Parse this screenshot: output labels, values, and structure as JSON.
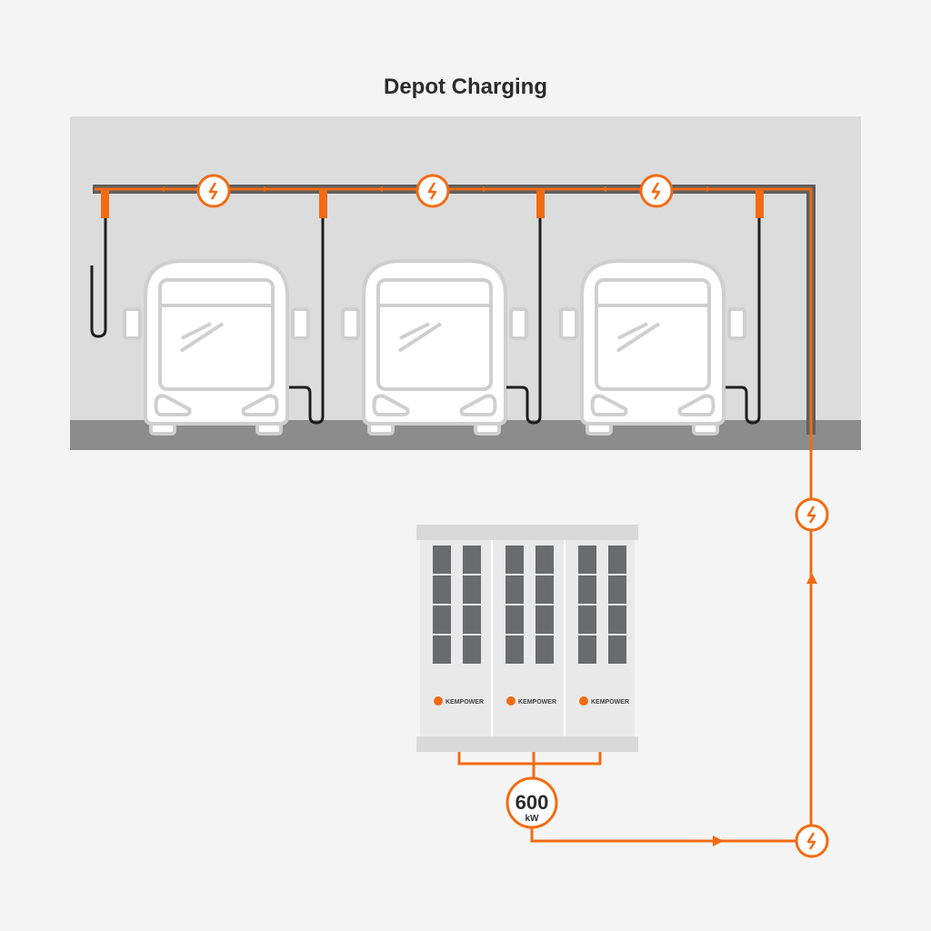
{
  "title": "Depot Charging",
  "power_label": {
    "value": "600",
    "unit": "kW"
  },
  "brand": "KEMPOWER",
  "colors": {
    "accent": "#f26b12",
    "wall": "#dcdcdc",
    "ground": "#8c8c8c",
    "rail": "#5f5f5f",
    "cable": "#1e1e1e",
    "module": "#6a6b6d",
    "cabinet": "#e9e9e9"
  },
  "bus_count": 3,
  "cabinet_units": 3,
  "icons": {
    "charge": "lightning-bolt-icon"
  }
}
